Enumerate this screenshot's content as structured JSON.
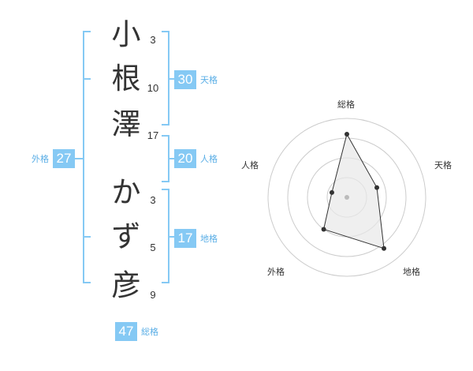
{
  "name": {
    "characters": [
      {
        "char": "小",
        "strokes": "3"
      },
      {
        "char": "根",
        "strokes": "10"
      },
      {
        "char": "澤",
        "strokes": "17"
      },
      {
        "char": "か",
        "strokes": "3"
      },
      {
        "char": "ず",
        "strokes": "5"
      },
      {
        "char": "彦",
        "strokes": "9"
      }
    ]
  },
  "fortune": {
    "tenkaku": {
      "value": "30",
      "label": "天格"
    },
    "jinkaku": {
      "value": "20",
      "label": "人格"
    },
    "chikaku": {
      "value": "17",
      "label": "地格"
    },
    "gaikaku": {
      "value": "27",
      "label": "外格"
    },
    "soukaku": {
      "value": "47",
      "label": "総格"
    }
  },
  "radar": {
    "axes": [
      "総格",
      "天格",
      "地格",
      "外格",
      "人格"
    ],
    "levels": 4,
    "values": [
      4,
      2,
      4,
      2.5,
      1
    ],
    "max": 5,
    "line_color": "#333333",
    "fill_color": "#e8e8e8",
    "grid_color": "#cccccc",
    "center_color": "#bbbbbb"
  },
  "colors": {
    "accent": "#85c9f4",
    "accent_text": "#5aaee6",
    "bracket": "#85c9f4"
  }
}
